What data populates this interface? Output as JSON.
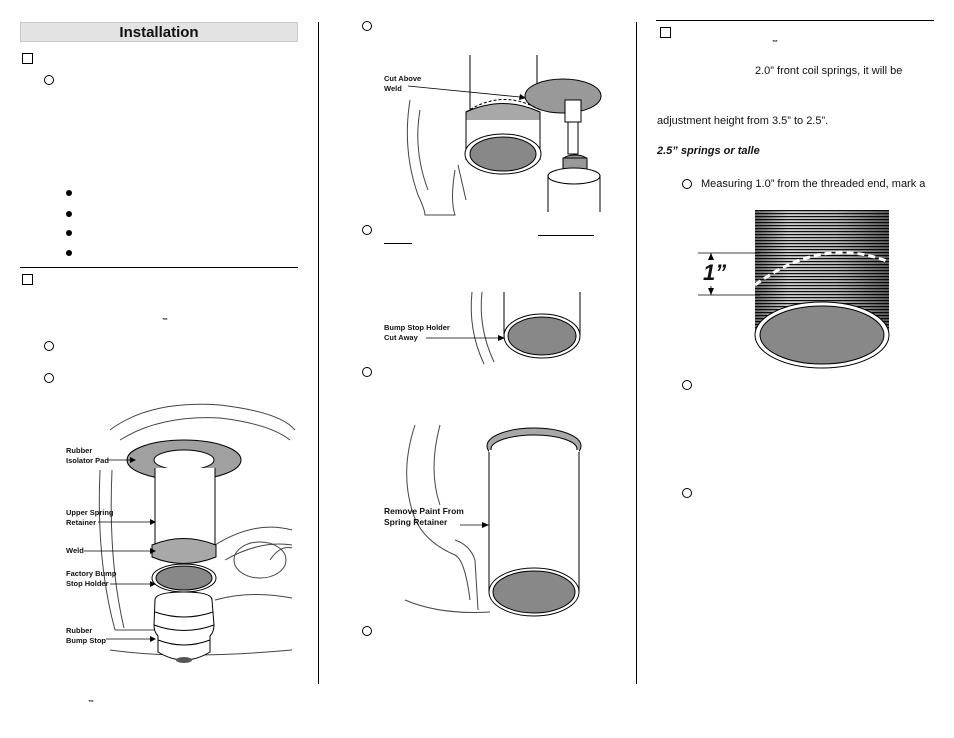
{
  "header": {
    "title": "Installation"
  },
  "col1": {
    "trademark_1": "™",
    "trademark_2": "™",
    "figure_labels": {
      "isolator": "Rubber\nIsolator Pad",
      "retainer": "Upper Spring\nRetainer",
      "weld": "Weld",
      "holder": "Factory Bump\nStop Holder",
      "bumpstop": "Rubber\nBump Stop"
    }
  },
  "col2": {
    "fig1_label": "Cut Above\nWeld",
    "fig2_label": "Bump Stop Holder\nCut Away",
    "fig3_label": "Remove Paint From\nSpring Retainer"
  },
  "col3": {
    "trademark": "™",
    "line1": "2.0” front coil springs, it will be",
    "line2": "adjustment height from 3.5” to 2.5”.",
    "line3": "2.5” springs or talle",
    "line4": "Measuring 1.0” from the threaded end, mark a",
    "dimension": "1”"
  },
  "colors": {
    "header_bg": "#e3e3e3",
    "metal_grey": "#9a9a9a",
    "pad_grey": "#a8a8a8"
  }
}
